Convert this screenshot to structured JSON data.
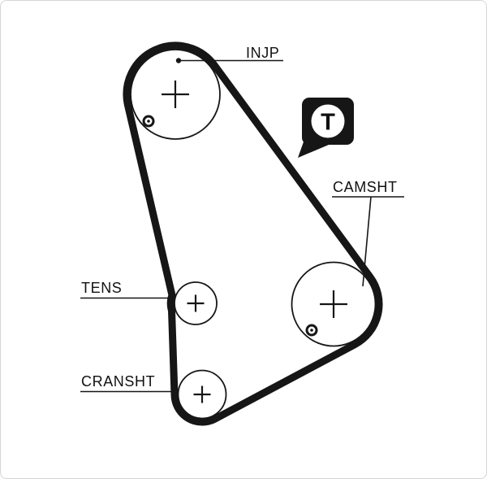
{
  "diagram": {
    "title_hint": "timing-belt-routing-diagram",
    "labels": {
      "injp": "INJP",
      "camsht": "CAMSHT",
      "tens": "TENS",
      "cransht": "CRANSHT"
    },
    "badge": {
      "letter": "T"
    },
    "colors": {
      "line": "#161616",
      "belt": "#161616",
      "pulley_fill": "#ffffff",
      "background": "#ffffff"
    }
  }
}
